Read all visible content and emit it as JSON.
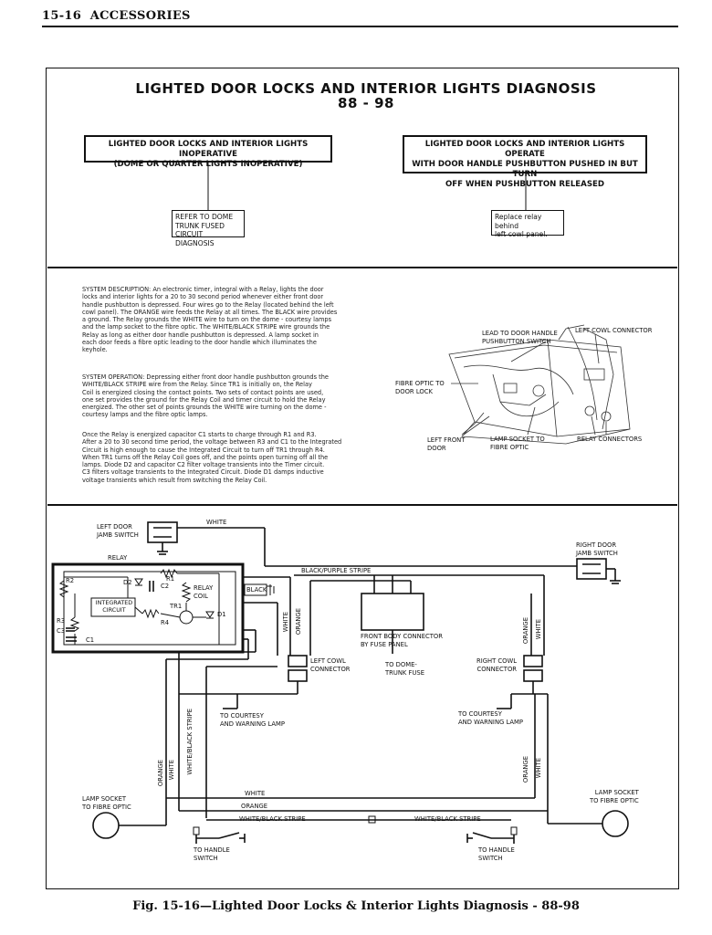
{
  "page_header": {
    "page_number": "15-16",
    "section": "ACCESSORIES"
  },
  "title": {
    "line1": "LIGHTED DOOR LOCKS AND INTERIOR LIGHTS DIAGNOSIS",
    "line2": "88 - 98"
  },
  "flow": {
    "left_condition": [
      "LIGHTED DOOR LOCKS AND INTERIOR LIGHTS INOPERATIVE",
      "(DOME OR QUARTER LIGHTS INOPERATIVE)"
    ],
    "left_action": [
      "REFER TO DOME",
      "TRUNK FUSED",
      "CIRCUIT DIAGNOSIS"
    ],
    "right_condition": [
      "LIGHTED DOOR LOCKS AND INTERIOR  LIGHTS OPERATE",
      "WITH DOOR HANDLE PUSHBUTTON PUSHED IN  BUT TURN",
      "OFF WHEN PUSHBUTTON RELEASED"
    ],
    "right_action": [
      "Replace relay behind",
      "left cowl panel."
    ]
  },
  "description": {
    "system_description": "SYSTEM DESCRIPTION: An electronic timer, integral with a Relay, lights the door\nlocks and interior lights for a 20 to 30 second period whenever either front door\nhandle pushbutton is depressed. Four wires go to the Relay (located behind the left\ncowl panel). The ORANGE wire feeds the Relay at all times. The BLACK wire provides\na ground. The Relay grounds the WHITE wire to turn on the dome - courtesy lamps\nand the lamp socket to the fibre optic. The WHITE/BLACK STRIPE wire grounds the\nRelay as long as either door handle pushbutton is depressed. A lamp socket in\neach door feeds a fibre optic leading to the door handle which illuminates the\nkeyhole.",
    "system_operation": "SYSTEM OPERATION: Depressing either front door handle pushbutton grounds the\nWHITE/BLACK STRIPE wire from the Relay. Since TR1 is initially on, the Relay\nCoil is energized closing the contact points. Two sets of contact points are used,\none set provides the ground for the Relay Coil and timer circuit to hold the Relay\nenergized. The other set of points grounds the WHITE wire turning on the dome -\ncourtesy lamps and the fibre optic lamps.",
    "timing": "Once the Relay is energized capacitor C1 starts to charge through R1 and R3.\nAfter a 20 to 30 second time period, the voltage between R3 and C1 to the Integrated\nCircuit is high enough to cause the Integrated Circuit to turn off TR1 through R4.\nWhen TR1 turns off the Relay Coil goes off, and the points open turning off all the\nlamps. Diode D2 and capacitor C2 filter voltage transients into the Timer circuit.\nC3 filters voltage transients to the Integrated Circuit. Diode D1 damps inductive\nvoltage transients which result from switching the Relay Coil."
  },
  "illustration_labels": {
    "lead_to_door_handle": "LEAD TO DOOR HANDLE\nPUSHBUTTON SWITCH",
    "left_cowl_connector": "LEFT COWL CONNECTOR",
    "fibre_optic_to_door_lock": "FIBRE OPTIC TO\nDOOR LOCK",
    "left_front_door": "LEFT FRONT\nDOOR",
    "lamp_socket_to_fibre_optic": "LAMP SOCKET TO\nFIBRE OPTIC",
    "relay_connectors": "RELAY CONNECTORS"
  },
  "schematic_labels": {
    "left_door_jamb_switch": "LEFT DOOR\nJAMB SWITCH",
    "relay": "RELAY",
    "white_top": "WHITE",
    "right_door_jamb_switch": "RIGHT DOOR\nJAMB SWITCH",
    "black_purple_stripe": "BLACK/PURPLE STRIPE",
    "black": "BLACK",
    "r1": "R1",
    "r2": "R2",
    "r3": "R3",
    "r4": "R4",
    "c1": "C1",
    "c2": "C2",
    "c3": "C3",
    "d1": "D1",
    "d2": "D2",
    "tr1": "TR1",
    "relay_coil": "RELAY\nCOIL",
    "integrated_circuit": "INTEGRATED\nCIRCUIT",
    "white_v": "WHITE",
    "orange_v": "ORANGE",
    "front_body_connector": "FRONT BODY CONNECTOR\nBY FUSE PANEL",
    "left_cowl_connector": "LEFT COWL\nCONNECTOR",
    "to_dome_trunk_fuse": "TO DOME-\nTRUNK FUSE",
    "right_cowl_connector": "RIGHT COWL\nCONNECTOR",
    "orange_rv": "ORANGE",
    "white_rv": "WHITE",
    "to_courtesy_left": "TO COURTESY\nAND WARNING LAMP",
    "to_courtesy_right": "TO COURTESY\nAND WARNING LAMP",
    "white_black_stripe_v": "WHITE/BLACK STRIPE",
    "orange_lv": "ORANGE",
    "white_lv": "WHITE",
    "orange_rv2": "ORANGE",
    "white_rv2": "WHITE",
    "lamp_socket_left": "LAMP SOCKET\nTO FIBRE OPTIC",
    "lamp_socket_right": "LAMP SOCKET\nTO FIBRE OPTIC",
    "white_bottom": "WHITE",
    "orange_bottom": "ORANGE",
    "white_black_stripe_bottom1": "WHITE/BLACK STRIPE",
    "white_black_stripe_bottom2": "WHITE/BLACK STRIPE",
    "to_handle_switch_left": "TO HANDLE\nSWITCH",
    "to_handle_switch_right": "TO HANDLE\nSWITCH"
  },
  "caption": "Fig. 15-16—Lighted Door Locks & Interior Lights Diagnosis - 88-98"
}
